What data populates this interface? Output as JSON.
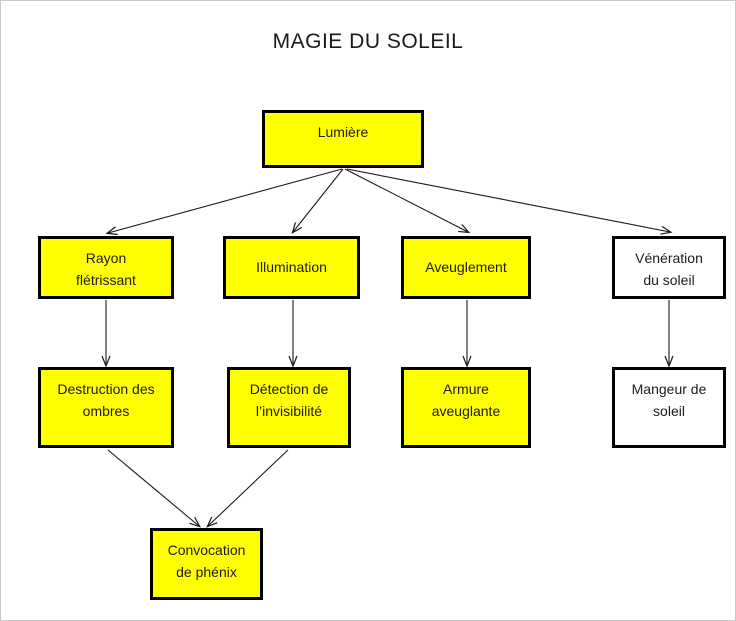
{
  "page": {
    "title": "MAGIE DU SOLEIL",
    "background_color": "#ffffff",
    "border_color": "#c9c9c9"
  },
  "palette": {
    "node_fill_highlight": "#ffff00",
    "node_fill_plain": "#ffffff",
    "node_border": "#000000",
    "connector": "#1a1a1a",
    "text": "#1c1c1c"
  },
  "nodes": {
    "root": {
      "label": "Lumière",
      "lines": [
        "Lumière"
      ],
      "fill": "#ffff00"
    },
    "branch1": {
      "label": "Rayon flétrissant",
      "lines": [
        "Rayon",
        "flétrissant"
      ],
      "fill": "#ffff00"
    },
    "branch2": {
      "label": "Illumination",
      "lines": [
        "Illumination"
      ],
      "fill": "#ffff00"
    },
    "branch3": {
      "label": "Aveuglement",
      "lines": [
        "Aveuglement"
      ],
      "fill": "#ffff00"
    },
    "branch4": {
      "label": "Vénération du soleil",
      "lines": [
        "Vénération",
        "du soleil"
      ],
      "fill": "#ffffff"
    },
    "leaf1": {
      "label": "Destruction des ombres",
      "lines": [
        "Destruction des",
        "ombres"
      ],
      "fill": "#ffff00"
    },
    "leaf2": {
      "label": "Détection de l’invisibilité",
      "lines": [
        "Détection  de",
        "l’invisibilité"
      ],
      "fill": "#ffff00"
    },
    "leaf3": {
      "label": "Armure aveuglante",
      "lines": [
        "Armure",
        "aveuglante"
      ],
      "fill": "#ffff00"
    },
    "leaf4": {
      "label": "Mangeur de soleil",
      "lines": [
        "Mangeur de",
        "soleil"
      ],
      "fill": "#ffffff"
    },
    "final": {
      "label": "Convocation de phénix",
      "lines": [
        "Convocation",
        "de phénix"
      ],
      "fill": "#ffff00"
    }
  },
  "edges": [
    {
      "from": "root",
      "to": "branch1"
    },
    {
      "from": "root",
      "to": "branch2"
    },
    {
      "from": "root",
      "to": "branch3"
    },
    {
      "from": "root",
      "to": "branch4"
    },
    {
      "from": "branch1",
      "to": "leaf1"
    },
    {
      "from": "branch2",
      "to": "leaf2"
    },
    {
      "from": "branch3",
      "to": "leaf3"
    },
    {
      "from": "branch4",
      "to": "leaf4"
    },
    {
      "from": "leaf1",
      "to": "final"
    },
    {
      "from": "leaf2",
      "to": "final"
    }
  ]
}
